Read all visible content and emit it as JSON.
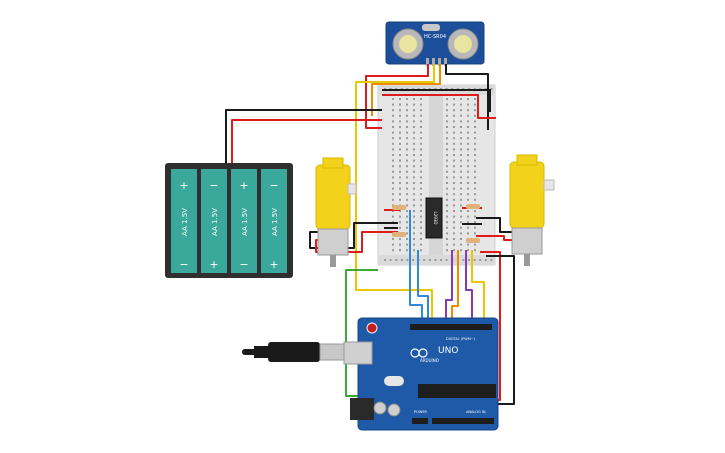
{
  "sensor": {
    "label": "HC-SR04"
  },
  "battery": {
    "cells": [
      {
        "label": "AA 1.5V"
      },
      {
        "label": "AA 1.5V"
      },
      {
        "label": "AA 1.5V"
      },
      {
        "label": "AA 1.5V"
      }
    ],
    "plus": "+",
    "minus": "−"
  },
  "ic": {
    "label": "L293D"
  },
  "arduino": {
    "model": "UNO",
    "brand": "ARDUINO",
    "digital_header": "DIGITAL (PWM~)",
    "analog_header": "ANALOG IN",
    "power_header": "POWER"
  },
  "colors": {
    "breadboard": "#e8e8e8",
    "battery_body": "#2f2f2f",
    "battery_cell": "#3aa89a",
    "motor": "#f3d21c",
    "arduino": "#1e5aa8",
    "sensor": "#1c4e9a",
    "wire_red": "#e01b1b",
    "wire_black": "#1a1a1a",
    "wire_green": "#3aa83a",
    "wire_yellow": "#e8c800",
    "wire_blue": "#2f8ad8",
    "wire_orange": "#f08a00",
    "wire_purple": "#8a3ab0"
  }
}
